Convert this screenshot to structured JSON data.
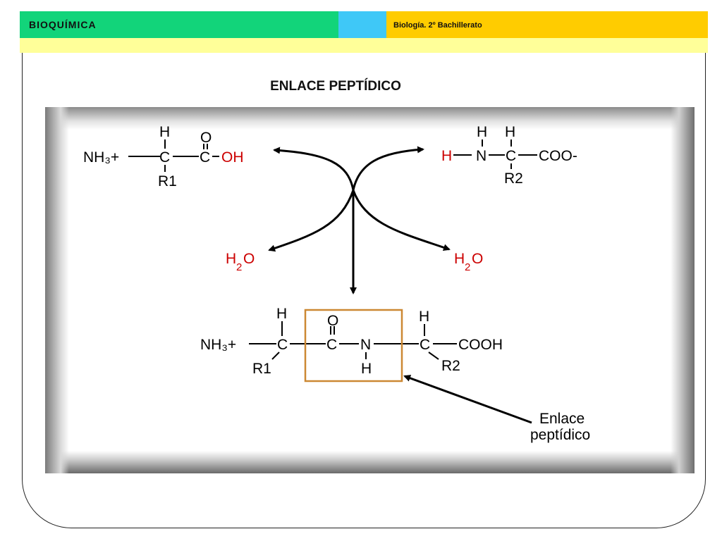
{
  "header": {
    "title": "BIOQUÍMICA",
    "subtitle": "Biología. 2º Bachillerato"
  },
  "slide": {
    "title": "ENLACE PEPTÍDICO"
  },
  "diagram": {
    "amino_acid_1": {
      "amine": "NH₃+",
      "h": "H",
      "c": "C",
      "o": "O",
      "hydroxyl": "OH",
      "r": "R1"
    },
    "amino_acid_2": {
      "h_removed": "H",
      "n": "N",
      "h1": "H",
      "h2": "H",
      "c": "C",
      "carboxylate": "COO-",
      "r": "R2"
    },
    "water_left": {
      "h": "H",
      "sub": "2",
      "o": "O"
    },
    "water_right": {
      "h": "H",
      "sub": "2",
      "o": "O"
    },
    "dipeptide": {
      "amine": "NH₃+",
      "h1": "H",
      "c1": "C",
      "r1": "R1",
      "o": "O",
      "c2": "C",
      "n": "N",
      "nh": "H",
      "h3": "H",
      "c3": "C",
      "r2": "R2",
      "carboxyl": "COOH"
    },
    "label_line1": "Enlace",
    "label_line2": "peptídico",
    "colors": {
      "red": "#cc0000",
      "box": "#cc8833"
    }
  }
}
